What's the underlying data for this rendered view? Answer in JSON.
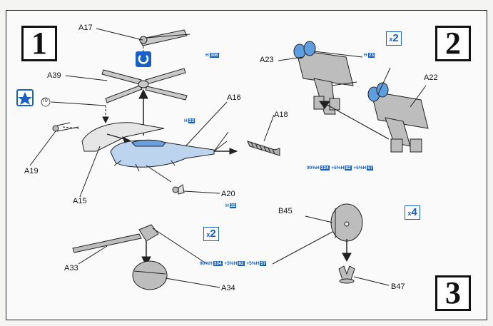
{
  "steps": {
    "s1": "1",
    "s2": "2",
    "s3": "3"
  },
  "labels": {
    "a17": "A17",
    "a39": "A39",
    "a16": "A16",
    "a18": "A18",
    "a19": "A19",
    "a15": "A15",
    "a20": "A20",
    "a23": "A23",
    "a22": "A22",
    "b45": "B45",
    "b47": "B47",
    "a33": "A33",
    "a34": "A34"
  },
  "callout_number": "70",
  "multipliers": {
    "m1": "2",
    "m2": "2",
    "m3": "4",
    "prefix": "x"
  },
  "color_codes": {
    "c1": {
      "letter": "H",
      "code": "306"
    },
    "c2": {
      "letter": "H",
      "code": "23"
    },
    "c3": {
      "letter": "H",
      "code": "33"
    },
    "c4": {
      "letter": "H",
      "code": "32"
    },
    "mix_a": {
      "pct1": "90%",
      "h1": "H",
      "c1": "334",
      "pct2": "+5%",
      "h2": "H",
      "c2": "82",
      "pct3": "+5%",
      "h3": "H",
      "c3": "57"
    },
    "mix_b": {
      "pct1": "90%",
      "h1": "H",
      "c1": "334",
      "pct2": "+5%",
      "h2": "H",
      "c2": "82",
      "pct3": "+5%",
      "h3": "H",
      "c3": "57"
    }
  },
  "colors": {
    "accent": "#1a5fc4",
    "part_gray": "#b8b8b8",
    "heli_blue": "#bcd4ee"
  }
}
